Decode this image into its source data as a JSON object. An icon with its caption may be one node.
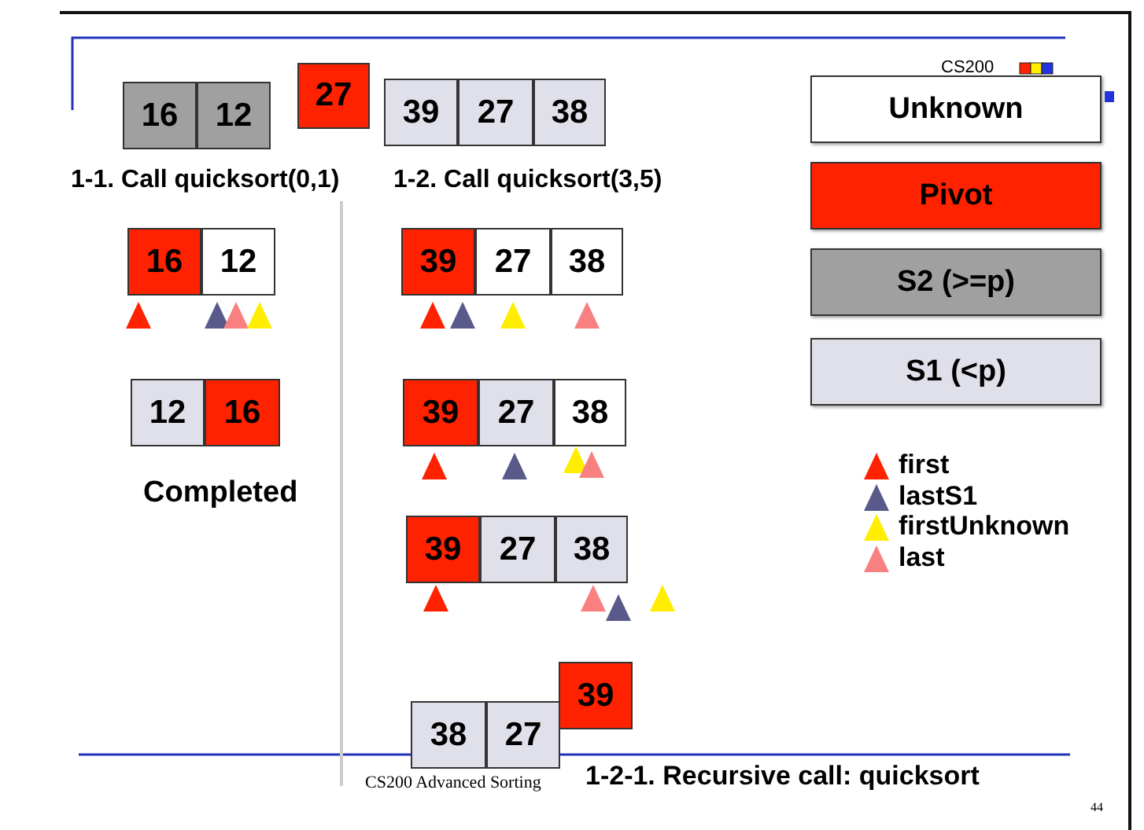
{
  "diagram": {
    "nodes": [
      {
        "text": [
          "16"
        ]
      },
      {
        "text": [
          "12"
        ]
      },
      {
        "text": [
          "27"
        ]
      },
      {
        "text": [
          "39"
        ]
      },
      {
        "text": [
          "27"
        ]
      },
      {
        "text": [
          "38"
        ]
      },
      {
        "text": [
          "16"
        ]
      },
      {
        "text": [
          "12"
        ]
      },
      {
        "text": [
          "39"
        ]
      },
      {
        "text": [
          "27"
        ]
      },
      {
        "text": [
          "38"
        ]
      },
      {
        "text": [
          "12"
        ]
      },
      {
        "text": [
          "16"
        ]
      },
      {
        "text": [
          "39"
        ]
      },
      {
        "text": [
          "27"
        ]
      },
      {
        "text": [
          "38"
        ]
      },
      {
        "text": [
          "39"
        ]
      },
      {
        "text": [
          "27"
        ]
      },
      {
        "text": [
          "38"
        ]
      },
      {
        "text": [
          "38"
        ]
      },
      {
        "text": [
          "27"
        ]
      },
      {
        "text": [
          "39"
        ]
      }
    ],
    "labels": [
      "CS200",
      "1-1. Call quicksort(0,1)",
      "1-2. Call quicksort(3,5)",
      "Completed",
      "CS200 Advanced Sorting",
      "1-2-1. Recursive call: quicksort",
      "44"
    ],
    "legend": [
      {
        "text": "Unknown",
        "color": "#ffffff"
      },
      {
        "text": "Pivot",
        "color": "#ff2200"
      },
      {
        "text": "S2 (>=p)",
        "color": "#a0a0a0"
      },
      {
        "text": "S1  (<p)",
        "color": "#e0e0ea"
      },
      {
        "text": "first"
      },
      {
        "text": "lastS1"
      },
      {
        "text": "firstUnknown"
      },
      {
        "text": "last"
      }
    ]
  }
}
